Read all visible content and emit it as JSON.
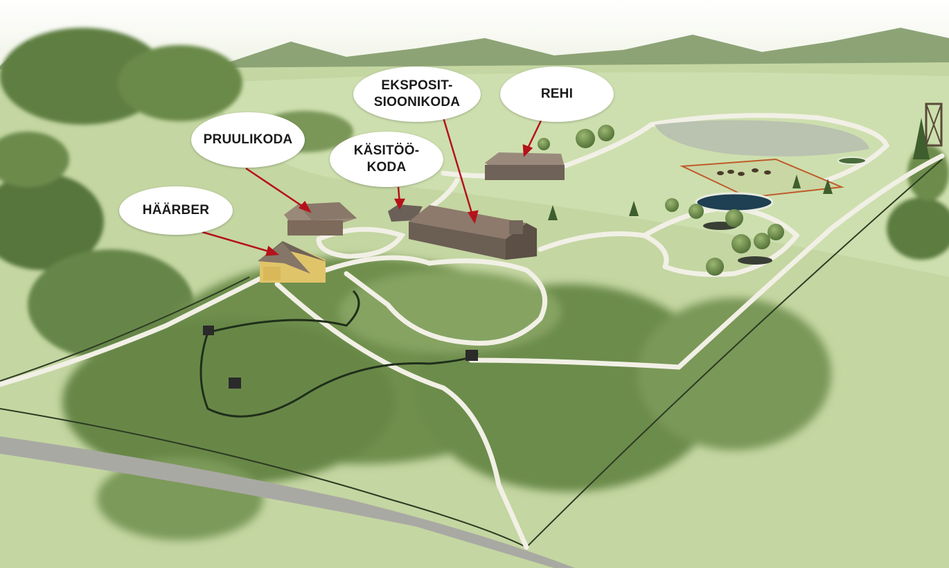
{
  "labels": {
    "haarber": "HÄÄRBER",
    "pruulikoda": "PRUULIKODA",
    "kasitookoda": "KÄSITÖÖ-\nKODA",
    "ekspositsioonikoda": "EKSPOSIT-\nSIOONIKODA",
    "rehi": "REHI"
  },
  "colors": {
    "pointer": "#b5121b",
    "grass": "#c9d9a9",
    "path": "#f2f0e6",
    "forest": "#6f8f4e",
    "roof": "#8b7a6b",
    "pond": "#1f3f52"
  }
}
